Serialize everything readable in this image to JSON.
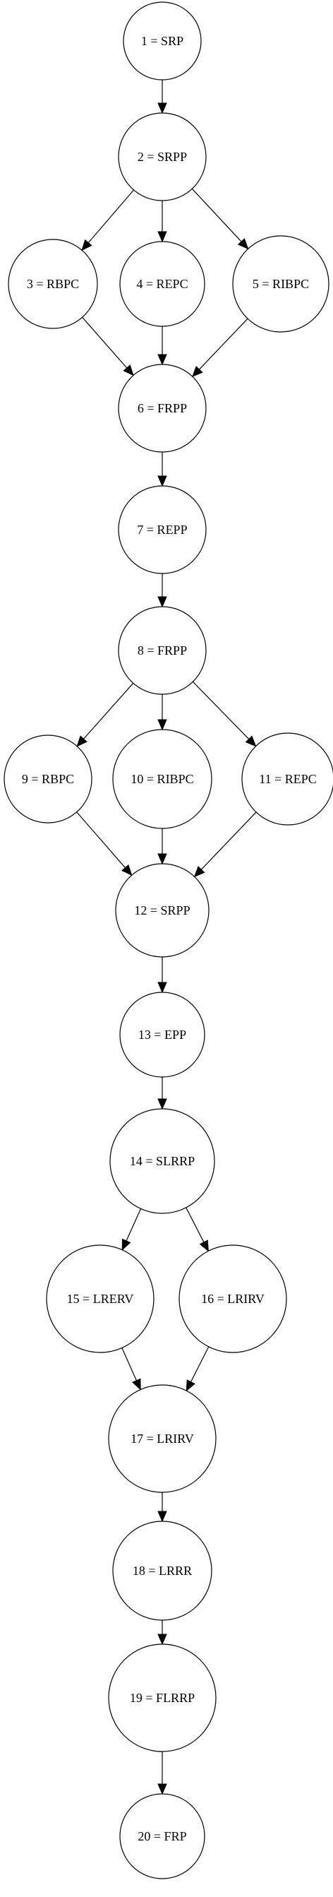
{
  "nodes": [
    {
      "id": "n1",
      "label": "1 = SRP"
    },
    {
      "id": "n2",
      "label": "2 = SRPP"
    },
    {
      "id": "n3",
      "label": "3 = RBPC"
    },
    {
      "id": "n4",
      "label": "4 = REPC"
    },
    {
      "id": "n5",
      "label": "5 = RIBPC"
    },
    {
      "id": "n6",
      "label": "6 = FRPP"
    },
    {
      "id": "n7",
      "label": "7 = REPP"
    },
    {
      "id": "n8",
      "label": "8 = FRPP"
    },
    {
      "id": "n9",
      "label": "9 = RBPC"
    },
    {
      "id": "n10",
      "label": "10 = RIBPC"
    },
    {
      "id": "n11",
      "label": "11 = REPC"
    },
    {
      "id": "n12",
      "label": "12 = SRPP"
    },
    {
      "id": "n13",
      "label": "13 = EPP"
    },
    {
      "id": "n14",
      "label": "14 = SLRRP"
    },
    {
      "id": "n15",
      "label": "15 = LRERV"
    },
    {
      "id": "n16",
      "label": "16 = LRIRV"
    },
    {
      "id": "n17",
      "label": "17 = LRIRV"
    },
    {
      "id": "n18",
      "label": "18 = LRRR"
    },
    {
      "id": "n19",
      "label": "19 = FLRRP"
    },
    {
      "id": "n20",
      "label": "20 = FRP"
    }
  ],
  "edges": [
    [
      "n1",
      "n2"
    ],
    [
      "n2",
      "n3"
    ],
    [
      "n2",
      "n4"
    ],
    [
      "n2",
      "n5"
    ],
    [
      "n3",
      "n6"
    ],
    [
      "n4",
      "n6"
    ],
    [
      "n5",
      "n6"
    ],
    [
      "n6",
      "n7"
    ],
    [
      "n7",
      "n8"
    ],
    [
      "n8",
      "n9"
    ],
    [
      "n8",
      "n10"
    ],
    [
      "n8",
      "n11"
    ],
    [
      "n9",
      "n12"
    ],
    [
      "n10",
      "n12"
    ],
    [
      "n11",
      "n12"
    ],
    [
      "n12",
      "n13"
    ],
    [
      "n13",
      "n14"
    ],
    [
      "n14",
      "n15"
    ],
    [
      "n14",
      "n16"
    ],
    [
      "n15",
      "n17"
    ],
    [
      "n16",
      "n17"
    ],
    [
      "n17",
      "n18"
    ],
    [
      "n18",
      "n19"
    ],
    [
      "n19",
      "n20"
    ]
  ]
}
